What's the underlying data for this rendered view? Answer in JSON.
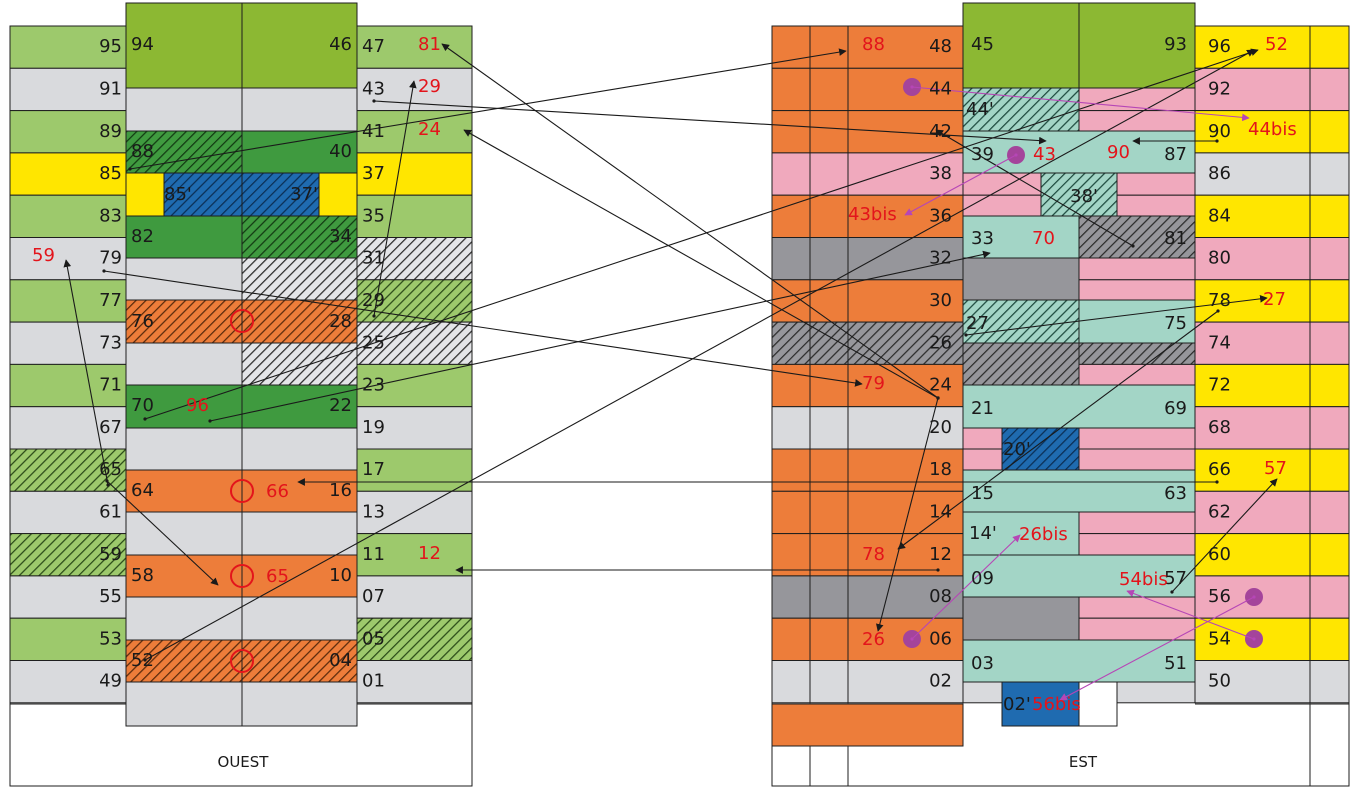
{
  "colors": {
    "light_green": "#9dc96c",
    "olive_green": "#8cb833",
    "dark_green": "#3f9a3f",
    "grey": "#d9dadd",
    "dark_grey": "#96969b",
    "yellow": "#ffe600",
    "orange": "#ed7d3a",
    "pink": "#f0a9bd",
    "teal": "#a3d5c6",
    "blue": "#1f6bb0",
    "red_label": "#e3141b",
    "arrow": "#1a1a1a",
    "purple_arrow": "#b646b6",
    "purple_dot": "#a4449b"
  },
  "west": {
    "caption": "OUEST",
    "left_column": [
      "95",
      "91",
      "89",
      "85",
      "83",
      "79",
      "77",
      "73",
      "71",
      "67",
      "65",
      "61",
      "59",
      "55",
      "53",
      "49"
    ],
    "right_column": [
      "47",
      "43",
      "41",
      "37",
      "35",
      "31",
      "29",
      "25",
      "23",
      "19",
      "17",
      "13",
      "11",
      "07",
      "05",
      "01"
    ],
    "inner_left": [
      "94",
      "88",
      "85'",
      "82",
      "76",
      "70",
      "64",
      "58",
      "52"
    ],
    "inner_right": [
      "46",
      "40",
      "37'",
      "34",
      "28",
      "22",
      "16",
      "10",
      "04"
    ],
    "red_labels": [
      "81",
      "29",
      "24",
      "59",
      "96",
      "66",
      "65",
      "12"
    ]
  },
  "east": {
    "caption": "EST",
    "left_column": [
      "48",
      "44",
      "42",
      "38",
      "36",
      "32",
      "30",
      "26",
      "24",
      "20",
      "18",
      "14",
      "12",
      "08",
      "06",
      "02"
    ],
    "center_left": [
      "45",
      "44'",
      "39",
      "33",
      "27",
      "21",
      "20'",
      "15",
      "14'",
      "09",
      "03",
      "02'"
    ],
    "center_right": [
      "93",
      "87",
      "38'",
      "81",
      "75",
      "69",
      "63",
      "57",
      "51"
    ],
    "right_column": [
      "96",
      "92",
      "90",
      "86",
      "84",
      "80",
      "78",
      "74",
      "72",
      "68",
      "66",
      "62",
      "60",
      "56",
      "54",
      "50"
    ],
    "red_labels": [
      "88",
      "52",
      "44bis",
      "43",
      "90",
      "43bis",
      "70",
      "27",
      "79",
      "57",
      "26bis",
      "78",
      "54bis",
      "26",
      "56bis"
    ]
  }
}
